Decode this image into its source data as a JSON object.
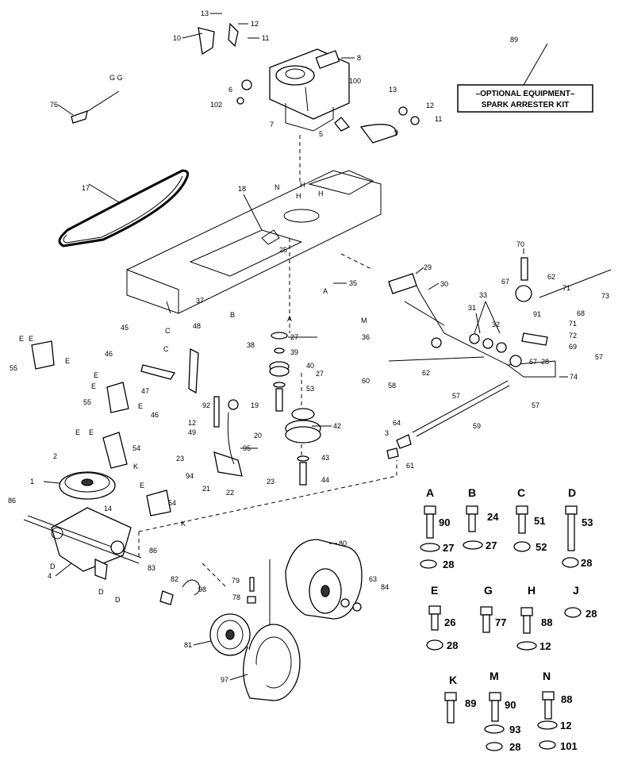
{
  "callouts": {
    "c1": "1",
    "c2": "2",
    "c3": "3",
    "c4": "4",
    "c5": "5",
    "c6": "6",
    "c7": "7",
    "c8": "8",
    "c9": "9",
    "c10": "10",
    "c11": "11",
    "c11b": "11",
    "c12": "12",
    "c12b": "12",
    "c13": "13",
    "c13b": "13",
    "c14": "14",
    "c17": "17",
    "c18": "18",
    "c19": "19",
    "c20": "20",
    "c21": "21",
    "c22": "22",
    "c23": "23",
    "c23b": "23",
    "c25": "25",
    "c27": "27",
    "c27b": "27",
    "c28": "28",
    "c29": "29",
    "c30": "30",
    "c31": "31",
    "c33": "33",
    "c32": "32",
    "c35": "35",
    "c36": "36",
    "c37": "37",
    "c38": "38",
    "c39": "39",
    "c40": "40",
    "c42": "42",
    "c43": "43",
    "c44": "44",
    "c45": "45",
    "c46": "46",
    "c46b": "46",
    "c47": "47",
    "c48": "48",
    "c49": "49",
    "c53": "53",
    "c54": "54",
    "c54b": "54",
    "c55": "55",
    "c55b": "55",
    "c57": "57",
    "c57b": "57",
    "c57c": "57",
    "c58": "58",
    "c59": "59",
    "c60": "60",
    "c61": "61",
    "c62": "62",
    "c62b": "62",
    "c63": "63",
    "c64": "64",
    "c67": "67",
    "c67b": "67",
    "c68": "68",
    "c69": "69",
    "c70": "70",
    "c71": "71",
    "c71b": "71",
    "c72": "72",
    "c73": "73",
    "c74": "74",
    "c76": "76",
    "c78": "78",
    "c79": "79",
    "c80": "80",
    "c81": "81",
    "c82": "82",
    "c83": "83",
    "c84": "84",
    "c86": "86",
    "c86b": "86",
    "c89": "89",
    "c91": "91",
    "c92": "92",
    "c94": "94",
    "c95": "95",
    "c97": "97",
    "c98": "98",
    "c100": "100",
    "c102": "102"
  },
  "letters": {
    "gg": "G G",
    "n": "N",
    "h1": "H",
    "h2": "H",
    "h3": "H",
    "a1": "A",
    "a2": "A",
    "m": "M",
    "b": "B",
    "c1": "C",
    "c2": "C",
    "e1": "E",
    "e2": "E",
    "e3": "E",
    "e4": "E",
    "e5": "E",
    "e6": "E",
    "e7": "E",
    "e8": "E",
    "e9": "E",
    "k1": "K",
    "k2": "K",
    "d1": "D",
    "d2": "D",
    "d3": "D"
  },
  "note_box": {
    "line1": "–OPTIONAL EQUIPMENT–",
    "line2": "SPARK ARRESTER KIT"
  },
  "hardware_kits": [
    {
      "letter": "A",
      "parts": [
        "90",
        "27",
        "28"
      ]
    },
    {
      "letter": "B",
      "parts": [
        "24",
        "27"
      ]
    },
    {
      "letter": "C",
      "parts": [
        "51",
        "52"
      ]
    },
    {
      "letter": "D",
      "parts": [
        "53",
        "28"
      ]
    },
    {
      "letter": "E",
      "parts": [
        "26",
        "28"
      ]
    },
    {
      "letter": "G",
      "parts": [
        "77"
      ]
    },
    {
      "letter": "H",
      "parts": [
        "88",
        "12"
      ]
    },
    {
      "letter": "J",
      "parts": [
        "28"
      ]
    },
    {
      "letter": "K",
      "parts": [
        "89"
      ]
    },
    {
      "letter": "M",
      "parts": [
        "90",
        "93",
        "28"
      ]
    },
    {
      "letter": "N",
      "parts": [
        "88",
        "12",
        "101"
      ]
    }
  ]
}
